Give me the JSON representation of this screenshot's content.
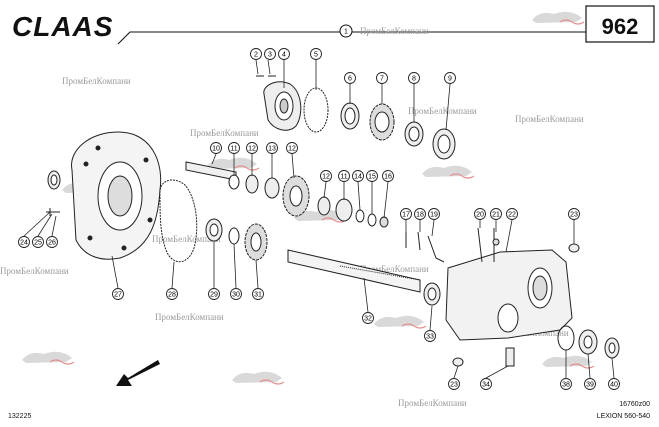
{
  "header": {
    "brand": "CLAAS",
    "page_number": "962",
    "group_badge": "1"
  },
  "watermark_text": "ПромБелКомпани",
  "footer": {
    "catalog_number": "132225",
    "drawing_number": "16760z00",
    "model": "LEXION 560-540"
  },
  "callouts": [
    "1",
    "2",
    "3",
    "4",
    "5",
    "6",
    "7",
    "8",
    "9",
    "10",
    "11",
    "12",
    "13",
    "12",
    "11",
    "14",
    "15",
    "16",
    "17",
    "18",
    "19",
    "20",
    "21",
    "22",
    "23",
    "24",
    "25",
    "26",
    "27",
    "28",
    "29",
    "30",
    "31",
    "32",
    "33",
    "23",
    "34",
    "38",
    "39",
    "40"
  ],
  "colors": {
    "ink": "#111111",
    "line": "#222222",
    "watermark": "#9a9a9a",
    "stamp": "#cc3333",
    "paper": "#ffffff"
  },
  "icons": [
    "arrow-icon"
  ]
}
